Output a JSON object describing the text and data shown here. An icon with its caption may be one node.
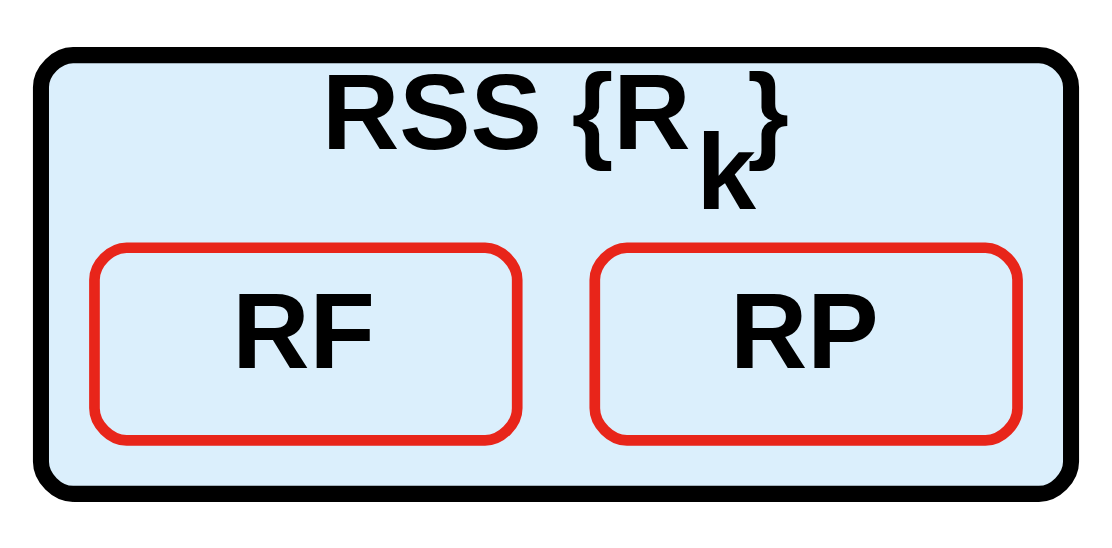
{
  "diagram": {
    "nodes": [
      {
        "text": [
          "RSS {R$_{k}$}"
        ]
      },
      {
        "text": [
          "RP"
        ],
        "in": 0
      },
      {
        "text": [
          "RF"
        ],
        "in": 0
      }
    ]
  }
}
